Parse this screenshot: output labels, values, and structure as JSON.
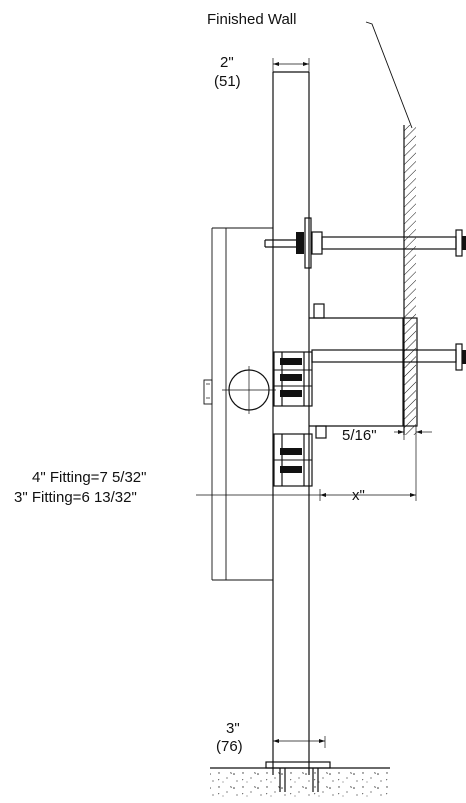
{
  "labels": {
    "finished_wall": "Finished Wall",
    "top_dim_in": "2\"",
    "top_dim_mm": "(51)",
    "bottom_dim_in": "3\"",
    "bottom_dim_mm": "(76)",
    "fitting_4in": "4\" Fitting=7 5/32\"",
    "fitting_3in": "3\" Fitting=6 13/32\"",
    "wall_gap": "5/16\"",
    "x_dim": "x\""
  }
}
